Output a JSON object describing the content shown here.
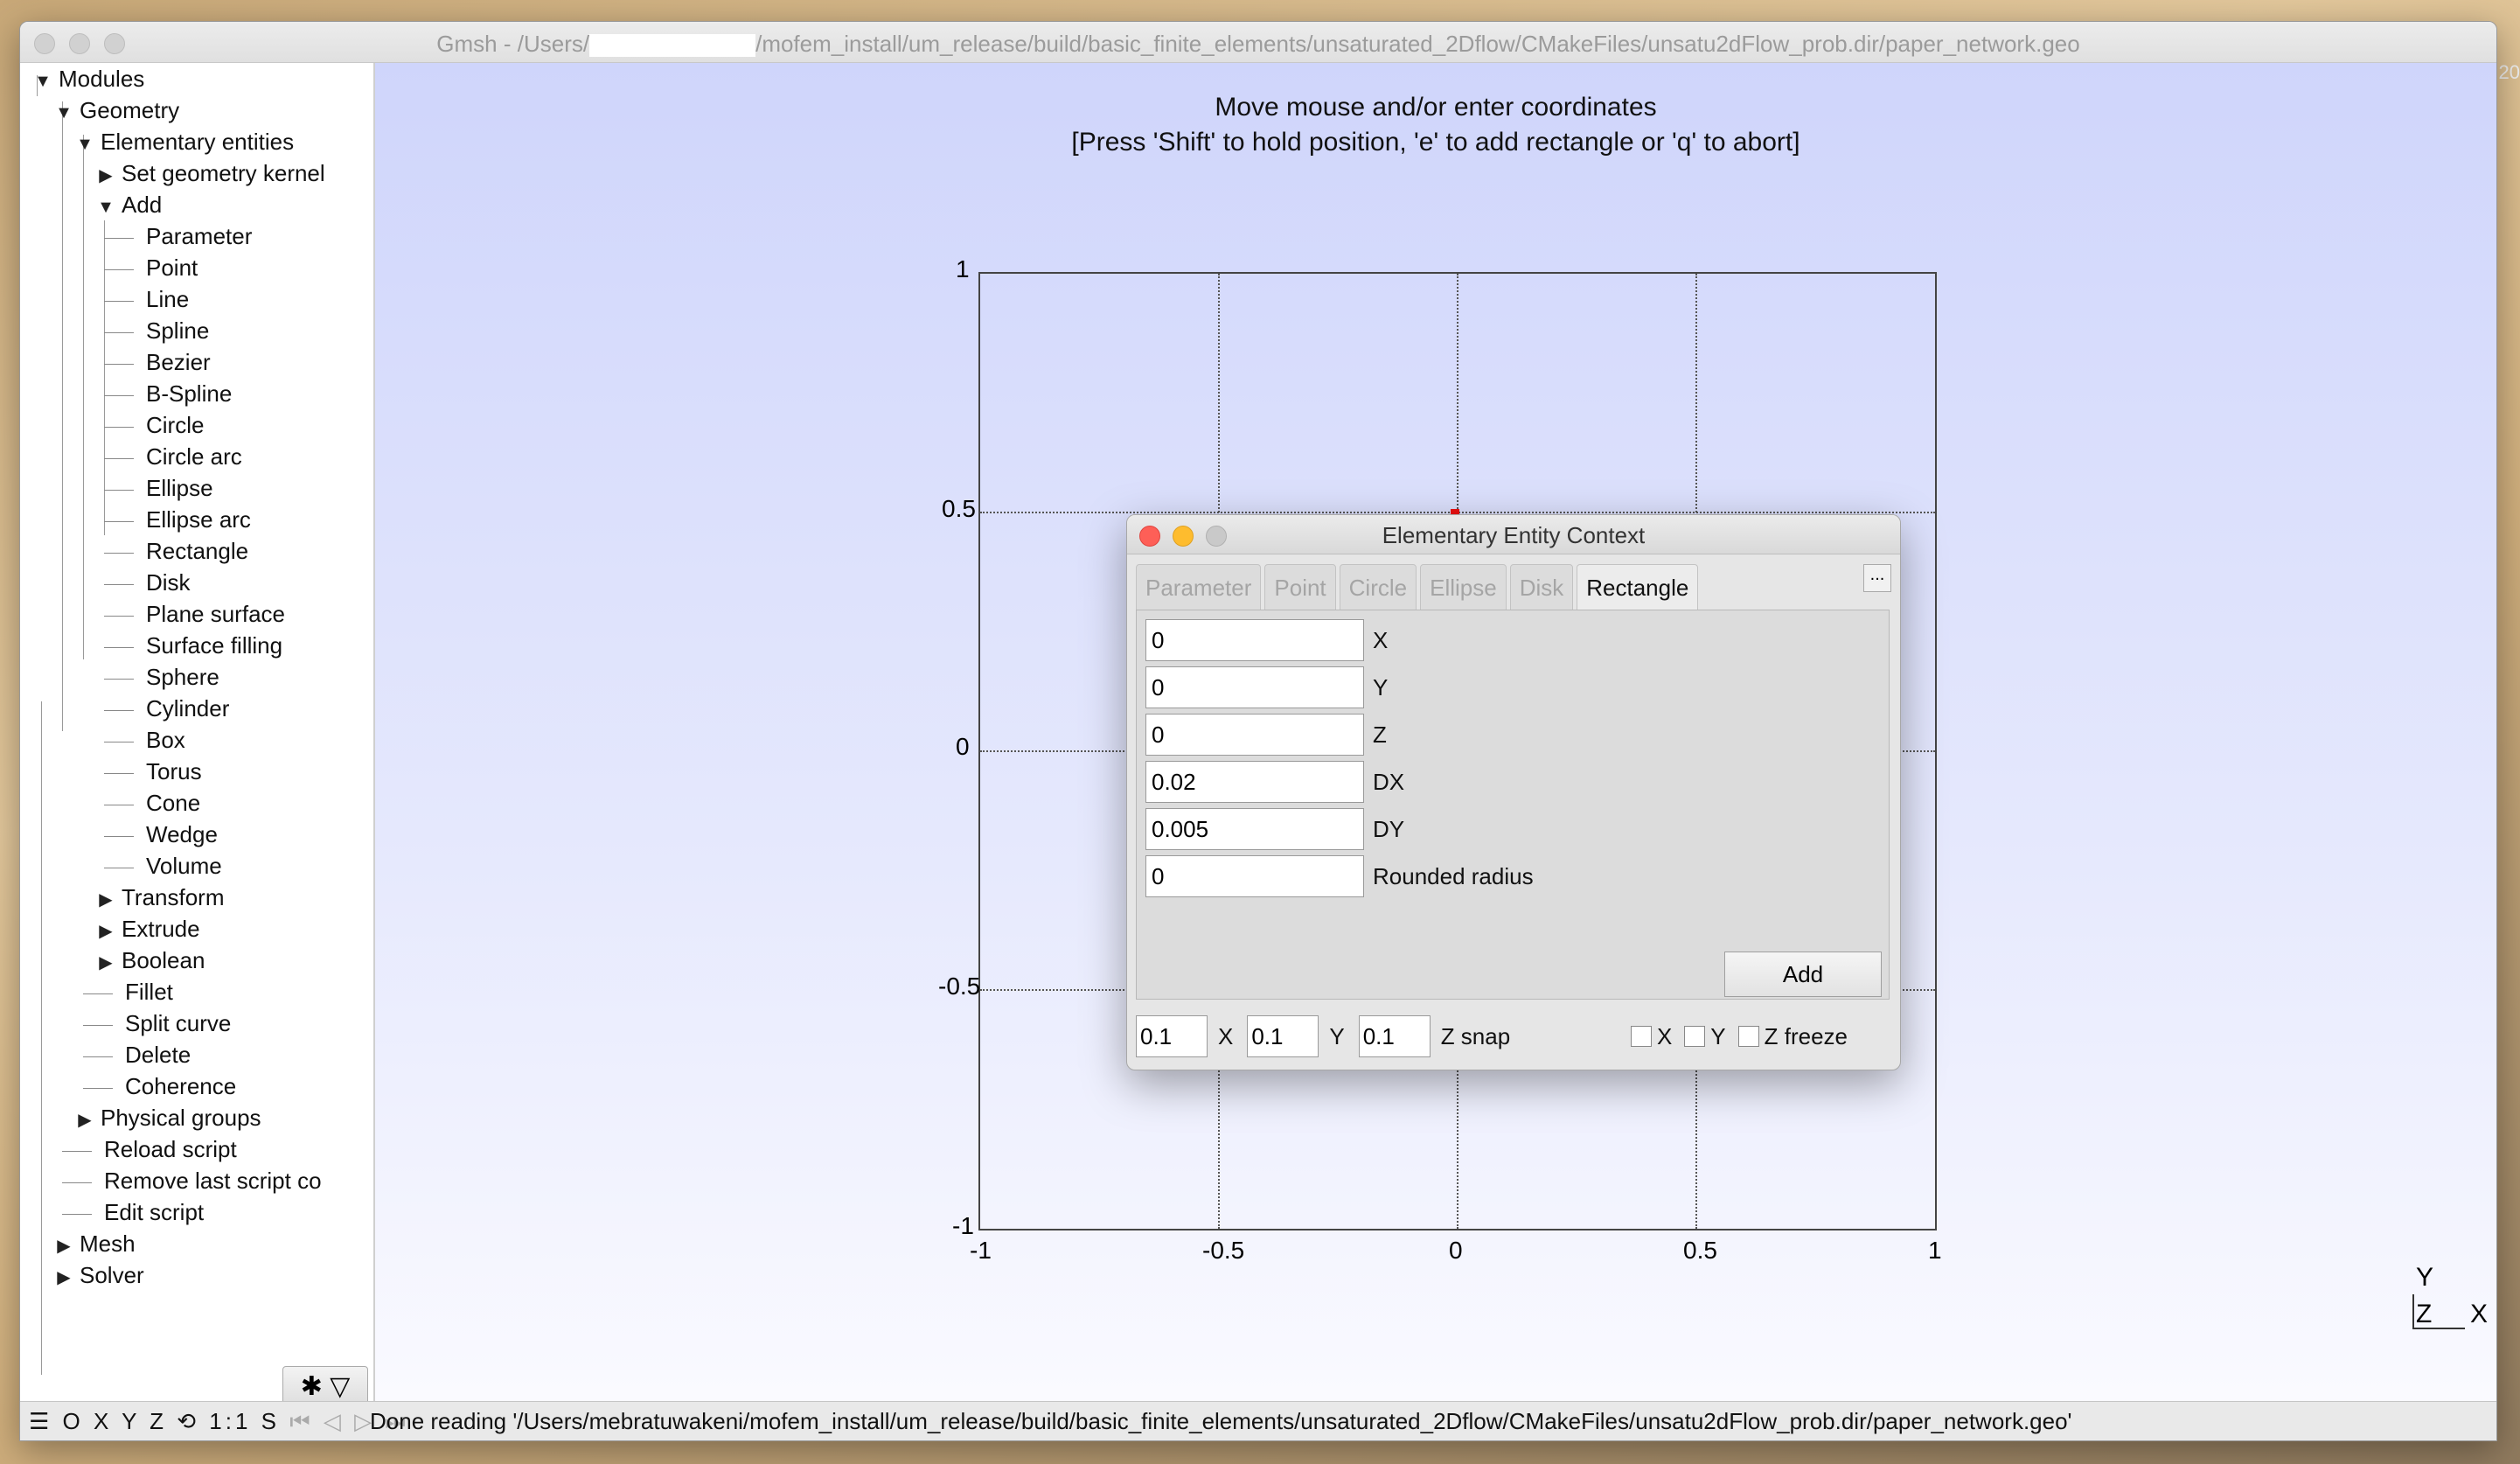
{
  "desktop": {
    "edge_label": "20"
  },
  "window": {
    "title_prefix": "Gmsh - /Users/",
    "title_suffix": "/mofem_install/um_release/build/basic_finite_elements/unsaturated_2Dflow/CMakeFiles/unsatu2dFlow_prob.dir/paper_network.geo"
  },
  "tree": {
    "items": [
      {
        "label": "Modules",
        "toggle": "▼"
      },
      {
        "label": "Geometry",
        "toggle": "▼"
      },
      {
        "label": "Elementary entities",
        "toggle": "▼"
      },
      {
        "label": "Set geometry kernel",
        "toggle": "▶"
      },
      {
        "label": "Add",
        "toggle": "▼"
      },
      {
        "label": "Parameter"
      },
      {
        "label": "Point"
      },
      {
        "label": "Line"
      },
      {
        "label": "Spline"
      },
      {
        "label": "Bezier"
      },
      {
        "label": "B-Spline"
      },
      {
        "label": "Circle"
      },
      {
        "label": "Circle arc"
      },
      {
        "label": "Ellipse"
      },
      {
        "label": "Ellipse arc"
      },
      {
        "label": "Rectangle"
      },
      {
        "label": "Disk"
      },
      {
        "label": "Plane surface"
      },
      {
        "label": "Surface filling"
      },
      {
        "label": "Sphere"
      },
      {
        "label": "Cylinder"
      },
      {
        "label": "Box"
      },
      {
        "label": "Torus"
      },
      {
        "label": "Cone"
      },
      {
        "label": "Wedge"
      },
      {
        "label": "Volume"
      },
      {
        "label": "Transform",
        "toggle": "▶"
      },
      {
        "label": "Extrude",
        "toggle": "▶"
      },
      {
        "label": "Boolean",
        "toggle": "▶"
      },
      {
        "label": "Fillet"
      },
      {
        "label": "Split curve"
      },
      {
        "label": "Delete"
      },
      {
        "label": "Coherence"
      },
      {
        "label": "Physical groups",
        "toggle": "▶"
      },
      {
        "label": "Reload script"
      },
      {
        "label": "Remove last script co"
      },
      {
        "label": "Edit script"
      },
      {
        "label": "Mesh",
        "toggle": "▶"
      },
      {
        "label": "Solver",
        "toggle": "▶"
      }
    ],
    "settings_icon": "gear-icon",
    "settings_glyph": "✱ ▽"
  },
  "graphics": {
    "prompt_line1": "Move mouse and/or enter coordinates",
    "prompt_line2": "[Press 'Shift' to hold position, 'e' to add rectangle or 'q' to abort]",
    "y_ticks": [
      "1",
      "0.5",
      "0",
      "-0.5",
      "-1"
    ],
    "x_ticks": [
      "-1",
      "-0.5",
      "0",
      "0.5",
      "1"
    ],
    "axes_y": "Y",
    "axes_z": "Z",
    "axes_x": "X"
  },
  "dialog": {
    "title": "Elementary Entity Context",
    "tabs": [
      "Parameter",
      "Point",
      "Circle",
      "Ellipse",
      "Disk",
      "Rectangle"
    ],
    "active_tab": "Rectangle",
    "more_button": "...",
    "fields": [
      {
        "value": "0",
        "label": "X"
      },
      {
        "value": "0",
        "label": "Y"
      },
      {
        "value": "0",
        "label": "Z"
      },
      {
        "value": "0.02",
        "label": "DX"
      },
      {
        "value": "0.005",
        "label": "DY"
      },
      {
        "value": "0",
        "label": "Rounded radius"
      }
    ],
    "add_label": "Add",
    "snap": {
      "x_value": "0.1",
      "x_label": "X",
      "y_value": "0.1",
      "y_label": "Y",
      "z_value": "0.1",
      "z_label": "Z snap"
    },
    "freeze": {
      "x": "X",
      "y": "Y",
      "z": "Z freeze"
    }
  },
  "status": {
    "tools": "☰ O X Y Z ⟲ 1:1 S",
    "nav": "⏮ ◁ ▷ ⏭",
    "message": "Done reading '/Users/mebratuwakeni/mofem_install/um_release/build/basic_finite_elements/unsaturated_2Dflow/CMakeFiles/unsatu2dFlow_prob.dir/paper_network.geo'"
  },
  "colors": {
    "dialog_close": "#fe5f57",
    "dialog_min": "#febc2e",
    "dialog_max": "#c9c9c9",
    "marker": "#e11111"
  }
}
